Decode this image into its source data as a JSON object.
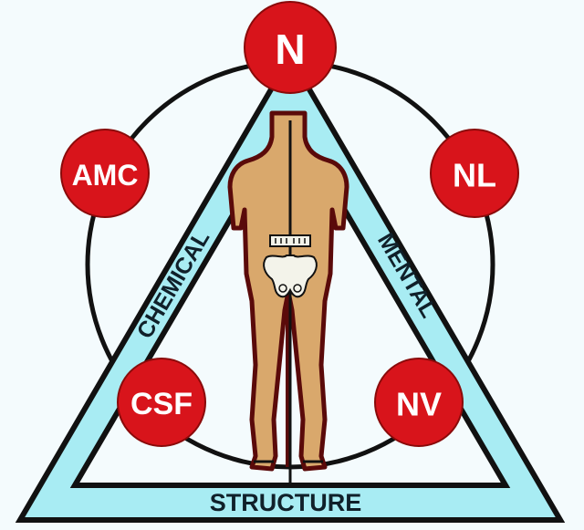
{
  "diagram": {
    "title": "Triad of Health",
    "colors": {
      "background": "#f4fbfd",
      "band": "#a8ecf3",
      "outline": "#111111",
      "node_fill": "#d8141b",
      "node_text": "#ffffff",
      "skin": "#d9a86c",
      "skin_outline": "#5a0a0a",
      "pelvis": "#f3f3ea"
    },
    "sides": {
      "left": "CHEMICAL",
      "right": "MENTAL",
      "bottom": "STRUCTURE"
    },
    "nodes": [
      {
        "id": "n",
        "label": "N"
      },
      {
        "id": "amc",
        "label": "AMC"
      },
      {
        "id": "nl",
        "label": "NL"
      },
      {
        "id": "csf",
        "label": "CSF"
      },
      {
        "id": "nv",
        "label": "NV"
      }
    ],
    "figure": {
      "description": "human-figure-back-view",
      "spine": "spine-line",
      "pelvis": "pelvis"
    }
  }
}
